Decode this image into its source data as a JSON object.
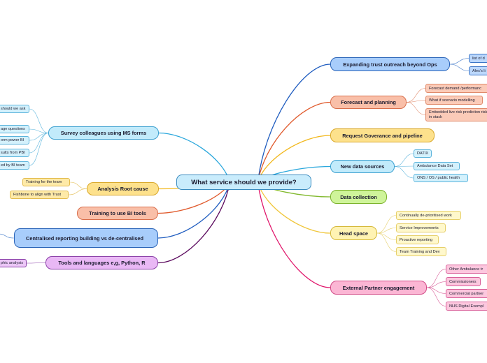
{
  "root": {
    "label": "What service should we provide?",
    "fill": "#c9ecfc",
    "stroke": "#3a8bbf"
  },
  "branches": [
    {
      "id": "expanding-trust-outreach",
      "label": "Expanding trust outreach beyond Ops",
      "side": "right",
      "fill": "#a8cdfb",
      "stroke": "#2a64b8",
      "line": "#1d5bbf",
      "children": [
        {
          "label": "list of d"
        },
        {
          "label": "Alex's li"
        }
      ]
    },
    {
      "id": "forecast-and-planning",
      "label": "Forecast and planning",
      "side": "right",
      "fill": "#f9bfa8",
      "stroke": "#d9704d",
      "line": "#e0592b",
      "children": [
        {
          "label": "Forecast demand /performanc"
        },
        {
          "label": "What if scenario modelling"
        },
        {
          "label": "Embedded live risk prediction risk in stack"
        }
      ]
    },
    {
      "id": "request-governance",
      "label": "Request Goverance and pipeline",
      "side": "right",
      "fill": "#fde18c",
      "stroke": "#d9a82a",
      "line": "#f2b81c",
      "children": []
    },
    {
      "id": "new-data-sources",
      "label": "New data sources",
      "side": "right",
      "fill": "#c2ebfb",
      "stroke": "#3a9fcf",
      "line": "#2aa7dc",
      "children": [
        {
          "label": "DATIX"
        },
        {
          "label": "Ambulance Data Set"
        },
        {
          "label": "ONS / OS / public health"
        }
      ]
    },
    {
      "id": "data-collection",
      "label": "Data collection",
      "side": "right",
      "fill": "#cff49a",
      "stroke": "#7cb32c",
      "line": "#82b92e",
      "children": []
    },
    {
      "id": "head-space",
      "label": "Head space",
      "side": "right",
      "fill": "#fff3b3",
      "stroke": "#d6b93a",
      "line": "#f0c63a",
      "children": [
        {
          "label": "Continually de-prioritised work"
        },
        {
          "label": "Service Improvements"
        },
        {
          "label": "Proactive reporting"
        },
        {
          "label": "Team Training and Dev"
        }
      ]
    },
    {
      "id": "external-partner",
      "label": "External Partner engagement",
      "side": "right",
      "fill": "#fbb6d4",
      "stroke": "#d24a86",
      "line": "#e0166b",
      "children": [
        {
          "label": "Other Ambulance tr"
        },
        {
          "label": "Commissioners"
        },
        {
          "label": "Commercial partner"
        },
        {
          "label": "NHS Digital Exempl"
        }
      ]
    },
    {
      "id": "survey-colleagues",
      "label": "Survey colleagues using MS forms",
      "side": "left",
      "fill": "#c2ebfb",
      "stroke": "#3a9fcf",
      "line": "#2aa7dc",
      "children": [
        {
          "label": "should we ask"
        },
        {
          "label": "age questions"
        },
        {
          "label": "orm power BI"
        },
        {
          "label": "sults from PBI"
        },
        {
          "label": "ed by BI team"
        }
      ]
    },
    {
      "id": "analysis-root-cause",
      "label": "Analysis Root cause",
      "side": "left",
      "fill": "#fde18c",
      "stroke": "#d9a82a",
      "line": "#f2b81c",
      "children": [
        {
          "label": "Training for the team"
        },
        {
          "label": "Fishbone to align with Trust"
        }
      ]
    },
    {
      "id": "training-bi-tools",
      "label": "Training to use BI tools",
      "side": "left",
      "fill": "#f9bfa8",
      "stroke": "#d9704d",
      "line": "#e0592b",
      "children": []
    },
    {
      "id": "centralised-reporting",
      "label": "Centralised reporting building vs de-centralised",
      "side": "left",
      "fill": "#a8cdfb",
      "stroke": "#2a64b8",
      "line": "#1d5bbf",
      "children": [
        {
          "label": ""
        }
      ]
    },
    {
      "id": "tools-languages",
      "label": "Tools and languages e,g, Python, R",
      "side": "left",
      "fill": "#e9b8f5",
      "stroke": "#8a3fa8",
      "line": "#5b0a5e",
      "children": [
        {
          "label": "phic analysis"
        }
      ]
    }
  ]
}
